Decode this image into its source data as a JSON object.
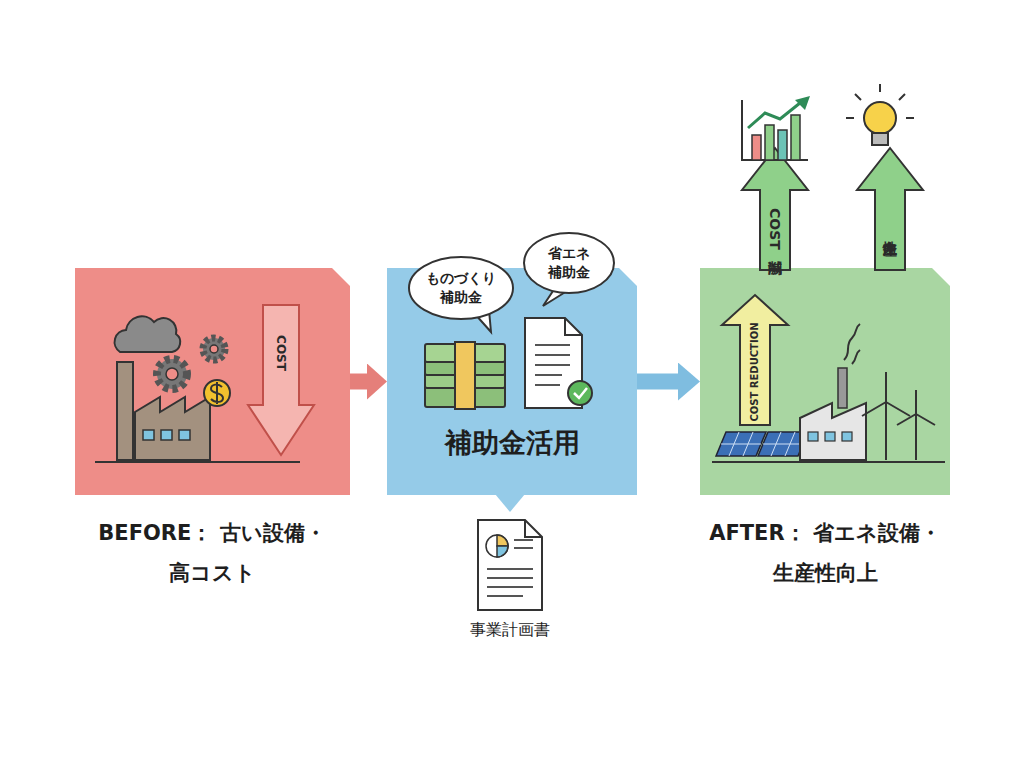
{
  "diagram": {
    "nodes": [
      {
        "text": [
          "BEFORE： 古い設備・高コスト"
        ]
      },
      {
        "text": [
          "補助金活用"
        ]
      },
      {
        "text": [
          "ものづくり 補助金"
        ],
        "in": 1
      },
      {
        "text": [
          "省エネ 補助金"
        ],
        "in": 1
      },
      {
        "text": [
          "事業計画書"
        ]
      },
      {
        "text": [
          "AFTER： 省エネ設備・生産性向上"
        ]
      }
    ],
    "edges": [
      {
        "from": 0,
        "to": 1,
        "arrow": "to"
      },
      {
        "from": 1,
        "to": 5,
        "arrow": "to"
      }
    ],
    "labels": [
      "COST",
      "COST削減",
      "生産性向上",
      "COST REDUCTION"
    ]
  }
}
